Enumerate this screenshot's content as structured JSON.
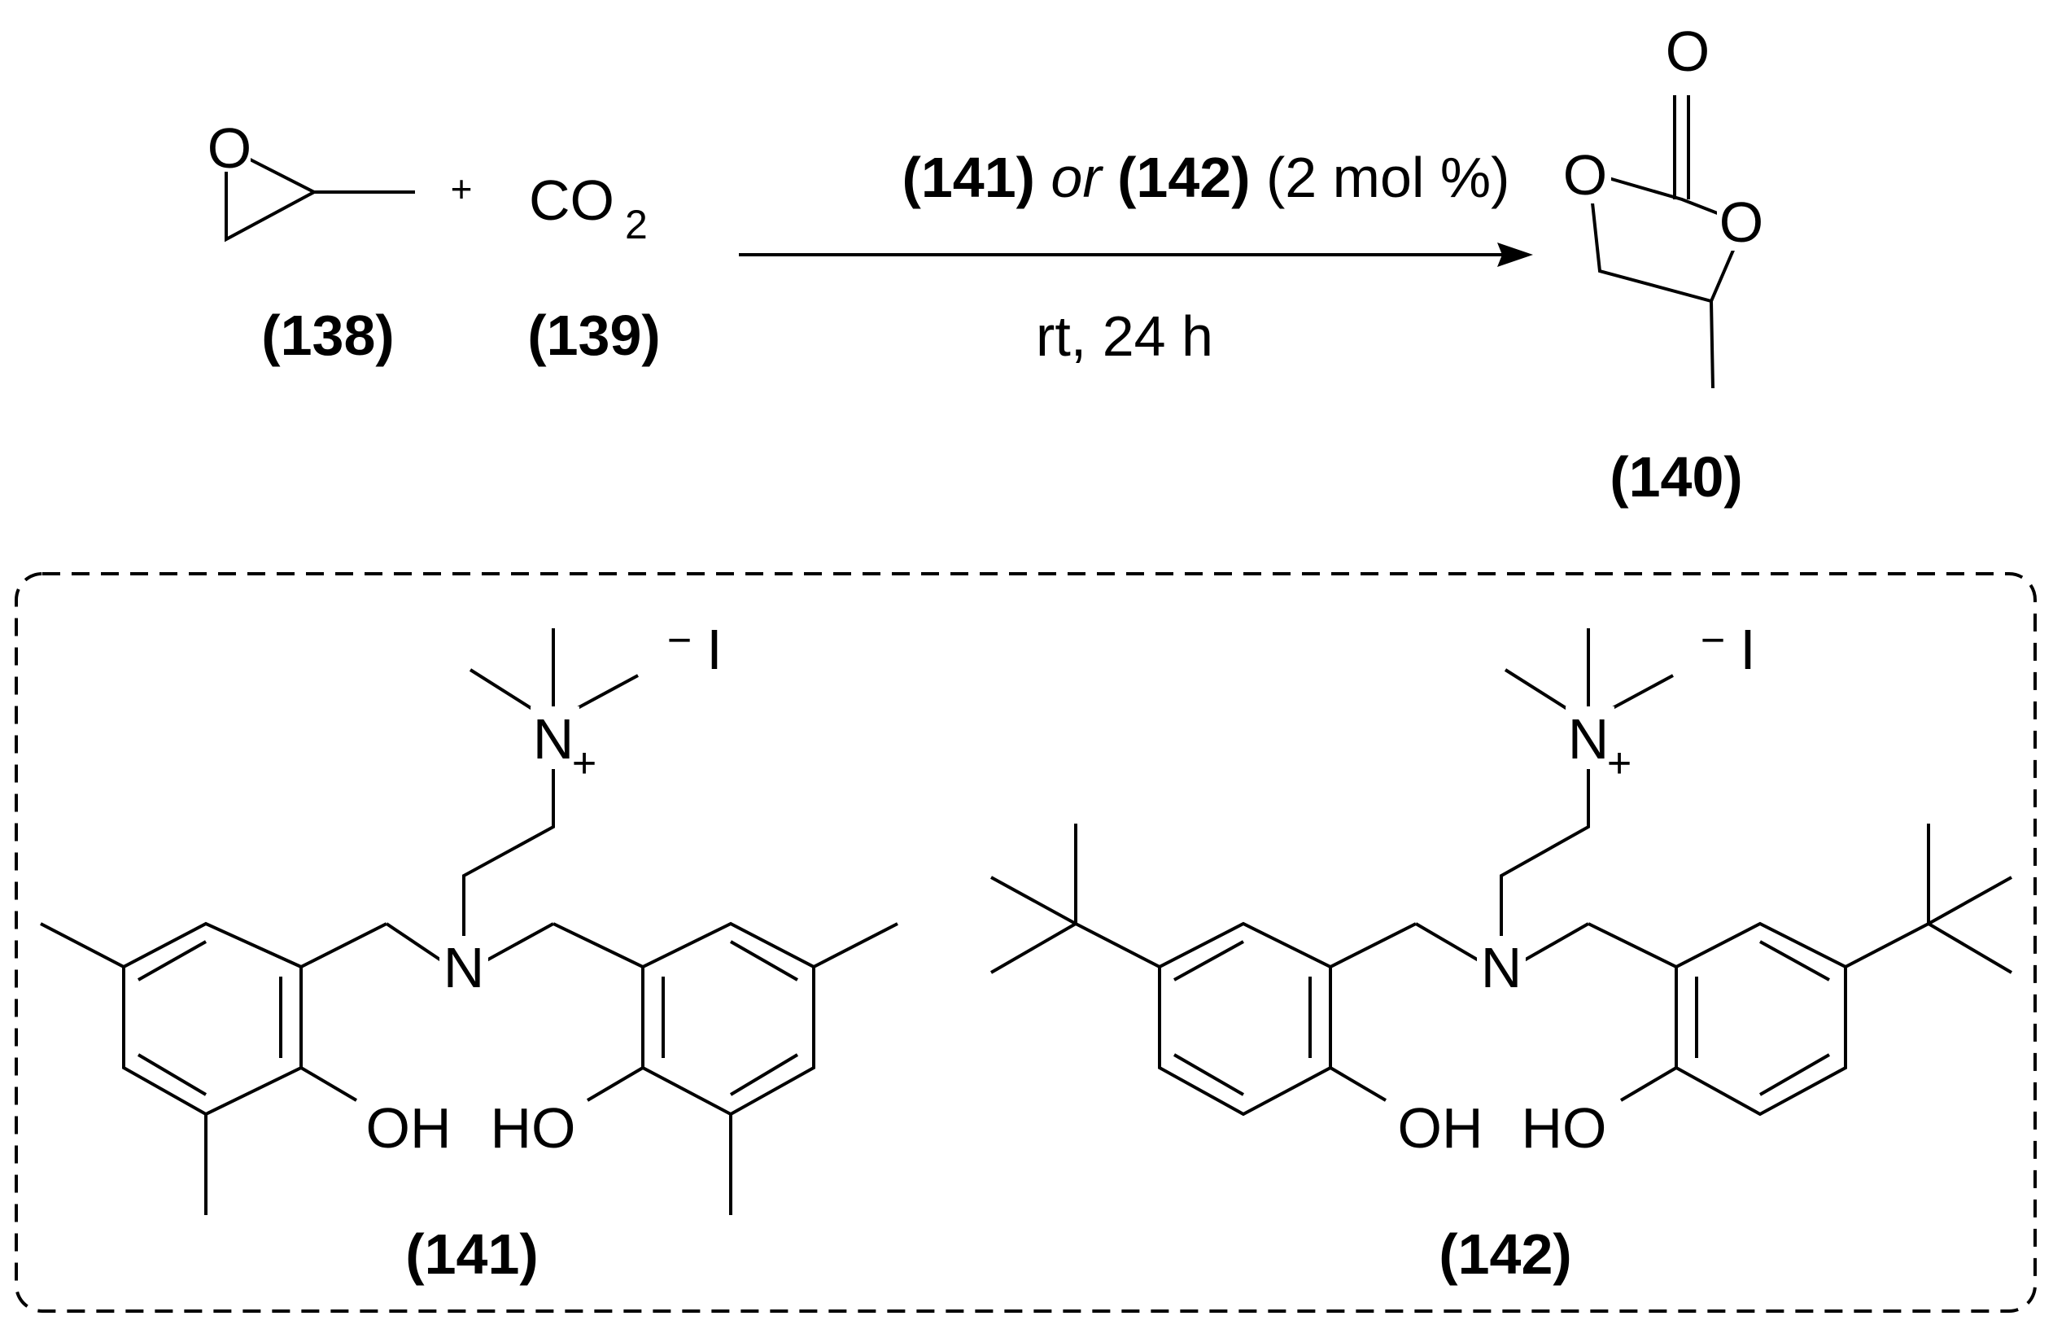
{
  "reactants": {
    "propylene_oxide": {
      "label": "(138)",
      "atom_o": "O"
    },
    "plus": "+",
    "co2": {
      "formula": "CO",
      "subscript": "2",
      "label": "(139)"
    }
  },
  "conditions": {
    "catalyst_a": "(141)",
    "or_word": "or",
    "catalyst_b": "(142)",
    "loading": "(2 mol %)",
    "below": "rt, 24 h",
    "or_color": "#e8000b"
  },
  "product": {
    "label": "(140)",
    "atom_o": "O"
  },
  "catalysts": {
    "c141": {
      "label": "(141)",
      "atom_n": "N",
      "atom_n_plus": "N",
      "plus_charge": "+",
      "minus": "−",
      "iodide": "I",
      "oh_left": "OH",
      "oh_right": "HO"
    },
    "c142": {
      "label": "(142)",
      "atom_n": "N",
      "atom_n_plus": "N",
      "plus_charge": "+",
      "minus": "−",
      "iodide": "I",
      "oh_left": "OH",
      "oh_right": "HO"
    }
  }
}
